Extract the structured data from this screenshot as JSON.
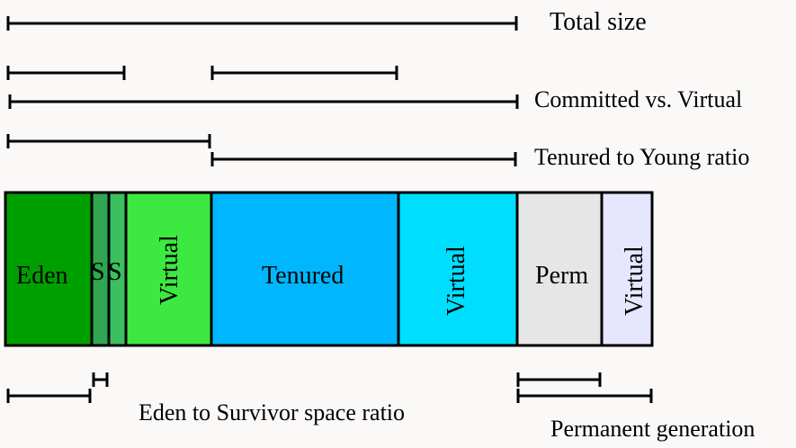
{
  "labels": {
    "total_size": "Total size",
    "committed_vs_virtual": "Committed vs. Virtual",
    "tenured_to_young": "Tenured to Young ratio",
    "eden_to_survivor": "Eden to Survivor space ratio",
    "permanent_generation": "Permanent generation"
  },
  "segments": {
    "eden": "Eden",
    "s1": "S",
    "s2": "S",
    "young_virtual": "Virtual",
    "tenured": "Tenured",
    "tenured_virtual": "Virtual",
    "perm": "Perm",
    "perm_virtual": "Virtual"
  },
  "colors": {
    "eden": "#009f00",
    "survivor1": "#2fa64f",
    "survivor2": "#3bbf5f",
    "young_virtual": "#3de840",
    "tenured": "#00b7ff",
    "tenured_virtual": "#00deff",
    "perm": "#e6e6e6",
    "perm_virtual": "#e6e6ff",
    "background": "#fbf9f8"
  }
}
